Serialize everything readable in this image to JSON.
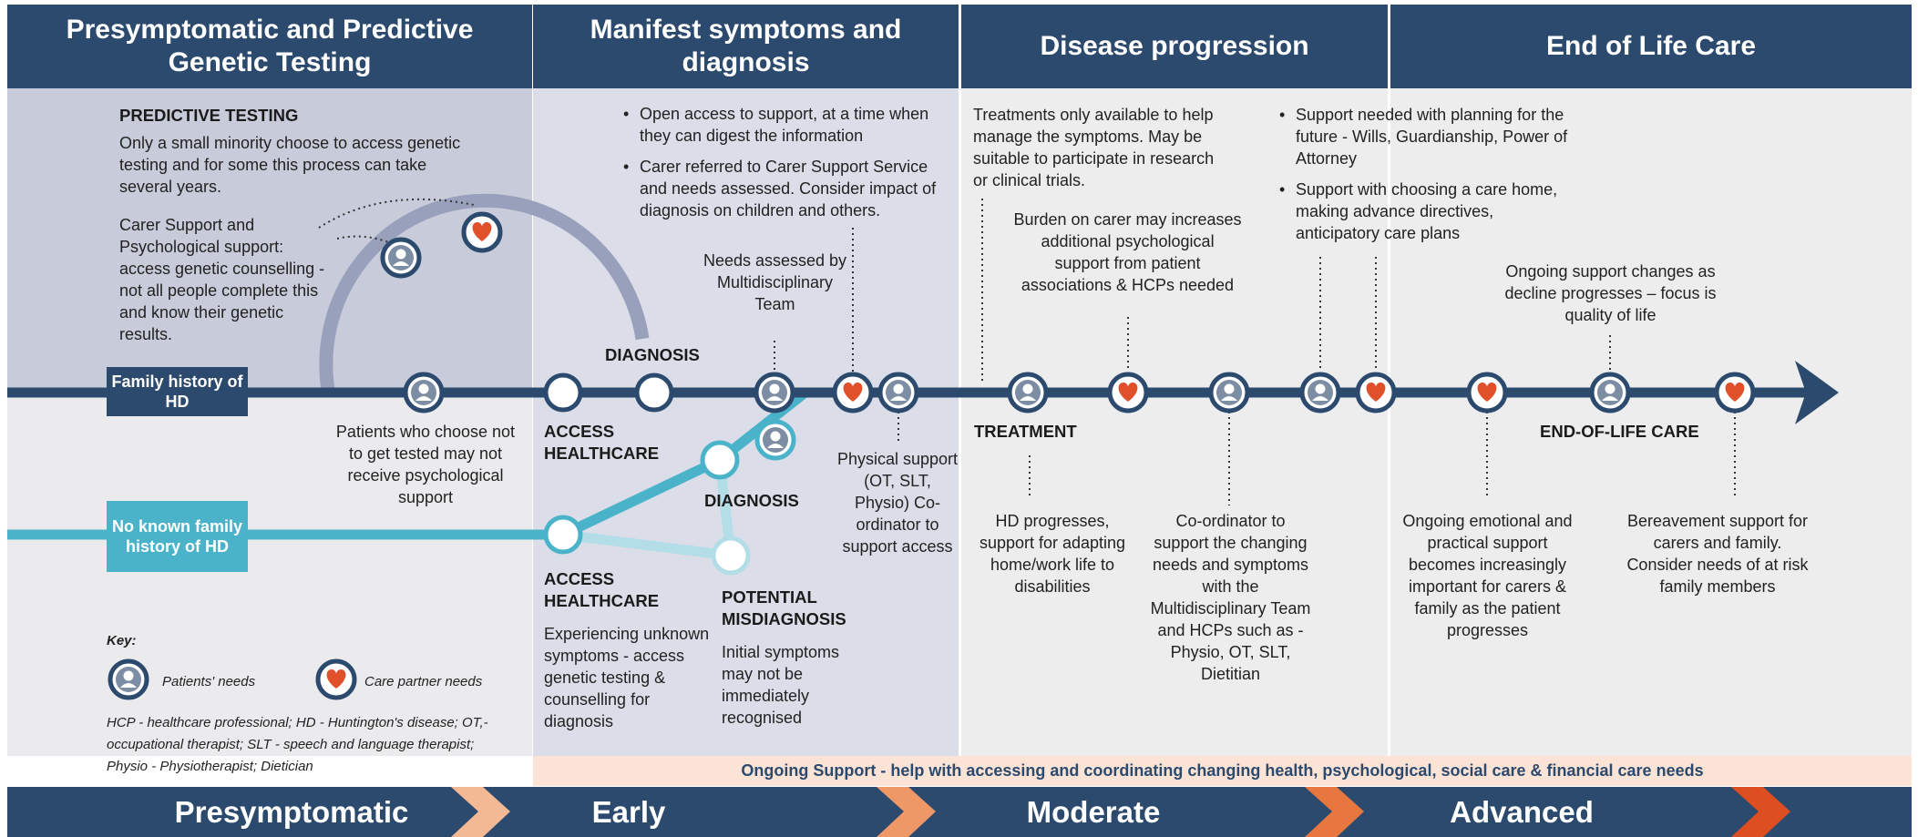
{
  "headers": {
    "presymptomatic": "Presymptomatic and Predictive Genetic Testing",
    "manifest": "Manifest symptoms and diagnosis",
    "progression": "Disease progression",
    "end_of_life": "End of Life Care"
  },
  "predictive": {
    "title": "PREDICTIVE TESTING",
    "body": "Only a small minority choose to access genetic testing and for some this process can take several years.",
    "carer_support": "Carer Support and Psychological support: access genetic counselling - not all people complete this and know their genetic results.",
    "no_test": "Patients who choose not to get tested may not receive psychological support"
  },
  "tags": {
    "family_history": "Family history of HD",
    "no_family_history": "No known family history of HD"
  },
  "manifest": {
    "bullet1": "Open access to support, at a time when they can digest the information",
    "bullet2": "Carer referred to Carer Support Service and needs assessed. Consider impact of diagnosis on children and others.",
    "needs_assessed": "Needs assessed by Multidisciplinary Team",
    "diagnosis_top": "DIAGNOSIS",
    "access_top": "ACCESS HEALTHCARE",
    "diagnosis_mid": "DIAGNOSIS",
    "access_bottom": "ACCESS HEALTHCARE",
    "experiencing": "Experiencing unknown symptoms - access genetic testing & counselling for diagnosis",
    "misdiagnosis_title": "POTENTIAL MISDIAGNOSIS",
    "misdiagnosis_body": "Initial symptoms may not be immediately recognised",
    "physical_support": "Physical support (OT, SLT, Physio) Co-ordinator to support access"
  },
  "progression": {
    "treatments": "Treatments only available to help manage the symptoms. May be suitable to participate in research or clinical trials.",
    "burden": "Burden on carer may increases additional psychological support from patient associations & HCPs needed",
    "treatment_label": "TREATMENT",
    "hd_progresses": "HD progresses, support for adapting home/work life to disabilities",
    "coordinator": "Co-ordinator to support the changing needs and symptoms with the Multidisciplinary Team and HCPs such as - Physio, OT, SLT, Dietitian"
  },
  "end_of_life": {
    "bullet1": "Support needed with planning for the future - Wills, Guardianship, Power of Attorney",
    "bullet2": "Support with choosing a care home, making advance directives, anticipatory care plans",
    "ongoing_changes": "Ongoing support changes as decline progresses – focus is quality of life",
    "label": "END-OF-LIFE CARE",
    "emotional": "Ongoing emotional and practical support becomes increasingly important for carers & family as the patient progresses",
    "bereavement": "Bereavement support for carers and family. Consider needs of at risk family members"
  },
  "key": {
    "title": "Key:",
    "patients": "Patients' needs",
    "carers": "Care partner needs",
    "abbreviations": "HCP - healthcare professional; HD - Huntington's disease; OT,- occupational therapist; SLT - speech and language therapist; Physio - Physiotherapist; Dietician"
  },
  "ongoing_support": "Ongoing Support - help with accessing and coordinating changing health, psychological, social care & financial care needs",
  "stages": [
    "Presymptomatic",
    "Early",
    "Moderate",
    "Advanced"
  ],
  "colors": {
    "navy": "#2c4a6e",
    "teal": "#4ab3c9",
    "heart": "#e0502b",
    "panel_grey": "#e4e4e7",
    "panel_blue_grey": "#c7cad8",
    "peach": "#fbe3d6"
  }
}
